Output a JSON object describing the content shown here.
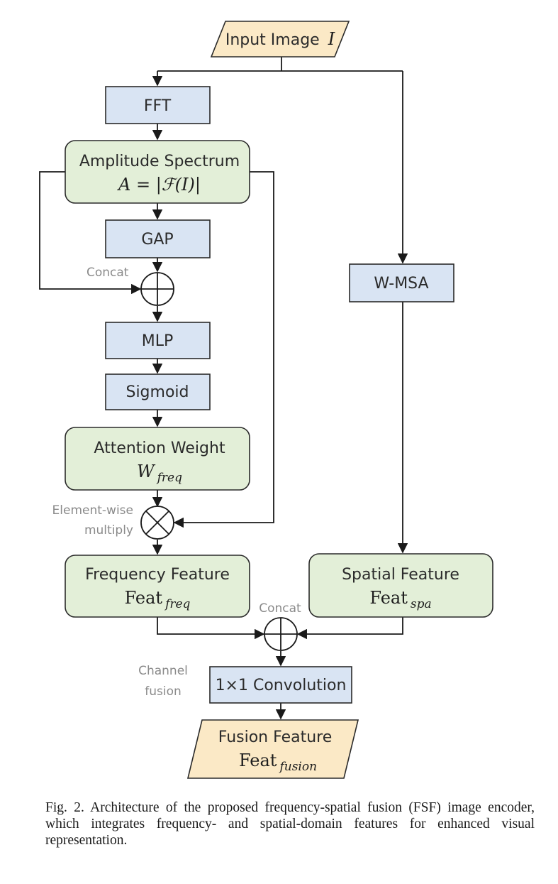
{
  "nodes": {
    "input": {
      "text": "Input Image",
      "math": "I"
    },
    "fft": "FFT",
    "amplitude": {
      "title": "Amplitude Spectrum",
      "formula": "A = |ℱ(I)|"
    },
    "gap": "GAP",
    "concat1": "Concat",
    "mlp": "MLP",
    "sigmoid": "Sigmoid",
    "attention": {
      "title": "Attention Weight",
      "base": "W",
      "sub": "freq"
    },
    "multiply_label": [
      "Element-wise",
      "multiply"
    ],
    "wmsa": "W-MSA",
    "frequency": {
      "title": "Frequency Feature",
      "base": "Feat",
      "sub": "freq"
    },
    "spatial": {
      "title": "Spatial Feature",
      "base": "Feat",
      "sub": "spa"
    },
    "concat2": "Concat",
    "channel_fusion": [
      "Channel",
      "fusion"
    ],
    "conv": "1×1 Convolution",
    "fusion": {
      "title": "Fusion Feature",
      "base": "Feat",
      "sub": "fusion"
    }
  },
  "caption": "Fig. 2.  Architecture of the proposed frequency-spatial fusion (FSF) image encoder, which integrates frequency- and spatial-domain features for enhanced visual representation."
}
